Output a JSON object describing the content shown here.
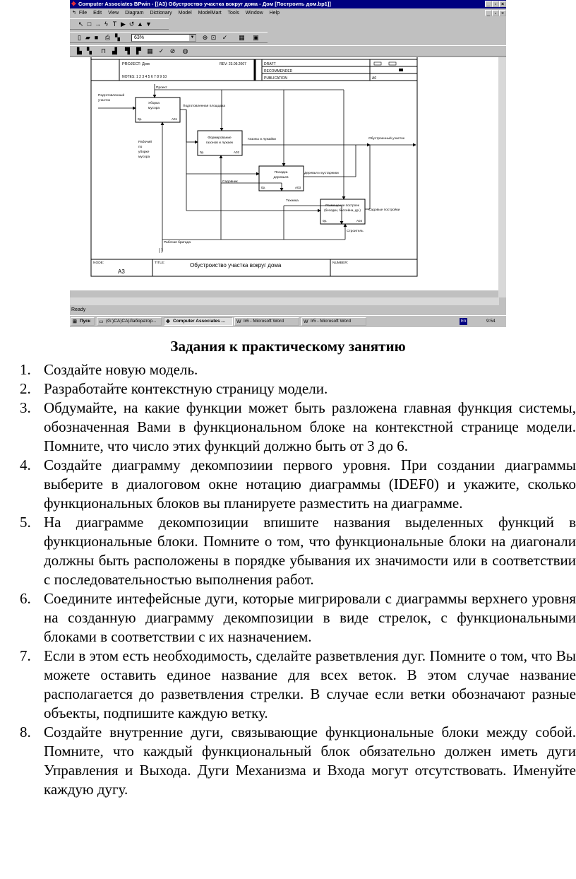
{
  "window": {
    "title": "Computer Associates BPwin - [(A3) Обустроство участка вокруг дома - Дом [Построить дом.bp1]]",
    "menu": [
      "File",
      "Edit",
      "View",
      "Diagram",
      "Dictionary",
      "Model",
      "ModelMart",
      "Tools",
      "Window",
      "Help"
    ],
    "zoom": "63%",
    "status": "Ready"
  },
  "diagram": {
    "header": {
      "project": "PROJECT: Дом",
      "rev": "REV: 23.09.2007",
      "notes": "NOTES: 1 2 3 4 5 6 7 8 9 10",
      "draft": "DRAFT",
      "recommended": "RECOMMENDED",
      "publication": "PUBLICATION",
      "a0": "A0"
    },
    "blocks": [
      {
        "name": "Уборка мусора",
        "lines": [
          "Уборка",
          "мусора"
        ],
        "cost": "0р.",
        "id": "A01"
      },
      {
        "name": "Формирование газонов и лужаек",
        "lines": [
          "Формирование",
          "газонов и лужаек"
        ],
        "cost": "0р.",
        "id": "A02"
      },
      {
        "name": "Посадка деревьев",
        "lines": [
          "Посадка",
          "деревьев"
        ],
        "cost": "0р.",
        "id": "A03"
      },
      {
        "name": "Размещение построек",
        "lines": [
          "Размещение построек",
          "(беседки, бассейна, др.)"
        ],
        "cost": "0р.",
        "id": "A04"
      }
    ],
    "arrows": {
      "input": [
        "Подготовленный",
        "участок"
      ],
      "control": "Проект",
      "prepared_site": "Подготовленная площадка",
      "lawns": "Газоны и лужайки",
      "trees": "Деревья и кустарники",
      "output": "Обустроенный участок",
      "buildings": "Садовые постройки",
      "workers": [
        "Рабочий",
        "по",
        "уборке",
        "мусора"
      ],
      "gardener": "Садовник",
      "machinery": "Техника",
      "builder": "Строитель",
      "team": "Рабочая бригада",
      "tunnel": "[ ]"
    },
    "footer": {
      "node_label": "NODE:",
      "node": "A3",
      "title_label": "TITLE:",
      "title": "Обустроиство участка вокруг дома",
      "number_label": "NUMBER:"
    }
  },
  "taskbar": {
    "start": "Пуск",
    "items": [
      "(G:)CA)CA)Лаборатор...",
      "Computer Associates ...",
      "Ir6 - Microsoft Word",
      "Ir5 - Microsoft Word"
    ],
    "lang": "En",
    "time": "9:54"
  },
  "document": {
    "title": "Задания к практическому занятию",
    "tasks": [
      {
        "num": "1.",
        "text": "Создайте новую модель."
      },
      {
        "num": "2.",
        "text": "Разработайте контекстную страницу модели."
      },
      {
        "num": "3.",
        "text": "Обдумайте, на какие функции может быть разложена  главная функция системы, обозначенная Вами в функциональном блоке на контекстной странице модели. Помните, что число этих функций  должно быть от 3 до 6."
      },
      {
        "num": "4.",
        "text": "Создайте диаграмму декомпозиии первого уровня. При создании диаграммы выберите в диалоговом окне нотацию диаграммы (IDEF0) и укажите, сколько функциональных блоков вы планируете разместить на диаграмме."
      },
      {
        "num": "5.",
        "text": "На диаграмме декомпозиции впишите названия выделенных функций в функциональные блоки. Помните о том, что функциональные блоки на диагонали должны быть расположены  в порядке убывания их значимости или в соответствии с последовательностью выполнения работ."
      },
      {
        "num": "6.",
        "text": "Соедините интефейсные дуги, которые мигрировали с диаграммы верхнего уровня на созданную диаграмму декомпозиции в виде стрелок, с функциональными блоками в соответствии с их назначением."
      },
      {
        "num": "7.",
        "text": "Если в этом есть необходимость, сделайте разветвления дуг. Помните о том, что Вы можете оставить единое название для всех веток. В этом случае название располагается до разветвления стрелки. В случае если ветки обозначают разные объекты, подпишите каждую ветку."
      },
      {
        "num": "8.",
        "text": "Создайте внутренние дуги, связывающие функциональные блоки между собой. Помните, что каждый функциональный блок обязательно должен иметь дуги  Управления и Выхода. Дуги Механизма и Входа могут отсутствовать.  Именуйте каждую дугу."
      }
    ]
  }
}
